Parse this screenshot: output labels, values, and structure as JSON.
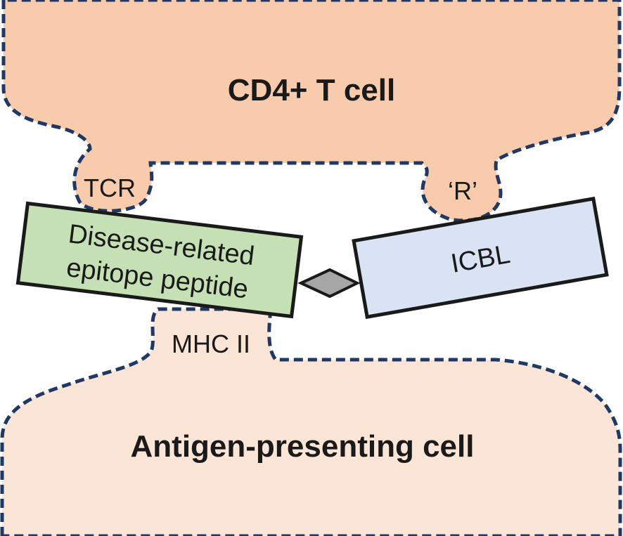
{
  "diagram": {
    "t_cell_label": "CD4+ T cell",
    "apc_label": "Antigen-presenting cell",
    "tcr_label": "TCR",
    "receptor_label": "‘R’",
    "mhc_label": "MHC II",
    "peptide_line1": "Disease-related",
    "peptide_line2": "epitope peptide",
    "icbl_label": "ICBL"
  },
  "colors": {
    "t_cell_fill": "#f8cbad",
    "apc_fill": "#fbe5d6",
    "outline": "#1f3864",
    "peptide_fill": "#c5e0b4",
    "icbl_fill": "#dae3f3",
    "linker_fill": "#a6a6a6",
    "box_stroke": "#1a1a1a"
  }
}
